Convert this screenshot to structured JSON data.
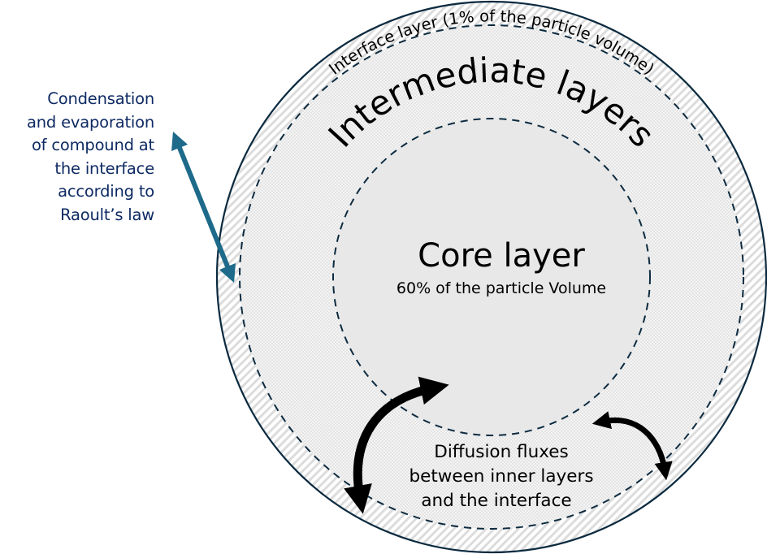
{
  "colors": {
    "outline": "#0b2a3f",
    "dashed": "#0d2b40",
    "core_fill": "#e8e8e8",
    "intermediate_fill": "#efefef",
    "hatch_line": "#dcdcdc",
    "exchange_arrow": "#1d6a8a",
    "side_text": "#0e2a63",
    "label_text": "#000000"
  },
  "side_note": {
    "lines": [
      "Condensation",
      "and evaporation",
      "of compound at",
      "the interface",
      "according to",
      "Raoult’s law"
    ]
  },
  "layers": {
    "interface": {
      "label": "Interface layer (1% of the particle volume)",
      "volume_percent": 1
    },
    "intermediate": {
      "label": "Intermediate layers"
    },
    "core": {
      "label": "Core layer",
      "sublabel": "60% of the particle Volume",
      "volume_percent": 60
    }
  },
  "diffusion_label": {
    "lines": [
      "Diffusion fluxes",
      "between inner layers",
      "and the interface"
    ]
  },
  "icons": {
    "exchange_arrow": "double-headed-straight-arrow",
    "diffusion_arrow_large": "double-headed-curved-arrow",
    "diffusion_arrow_small": "double-headed-curved-arrow"
  }
}
